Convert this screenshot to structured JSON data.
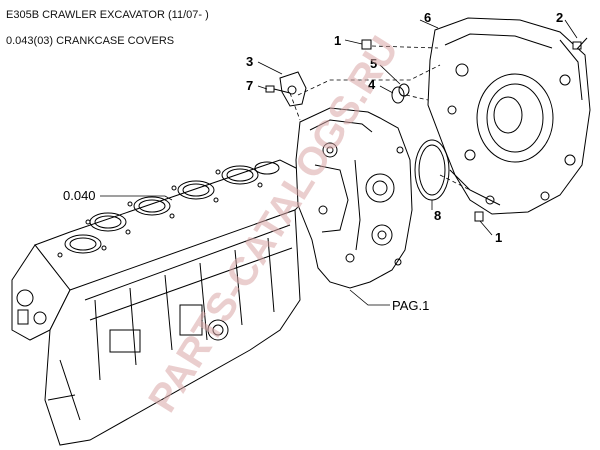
{
  "header": {
    "title": "E305B CRAWLER EXCAVATOR (11/07- )",
    "subtitle": "0.043(03) CRANKCASE COVERS"
  },
  "callouts": [
    {
      "id": "c6a",
      "label": "6"
    },
    {
      "id": "c2",
      "label": "2"
    },
    {
      "id": "c1a",
      "label": "1"
    },
    {
      "id": "c3",
      "label": "3"
    },
    {
      "id": "c5",
      "label": "5"
    },
    {
      "id": "c7",
      "label": "7"
    },
    {
      "id": "c4",
      "label": "4"
    },
    {
      "id": "c8",
      "label": "8"
    },
    {
      "id": "c1b",
      "label": "1"
    }
  ],
  "references": {
    "block": "0.040",
    "page": "PAG.1"
  },
  "watermark": "PARTS-CATALOGS.RU",
  "colors": {
    "line": "#000000",
    "watermark": "#d9a7a7"
  }
}
